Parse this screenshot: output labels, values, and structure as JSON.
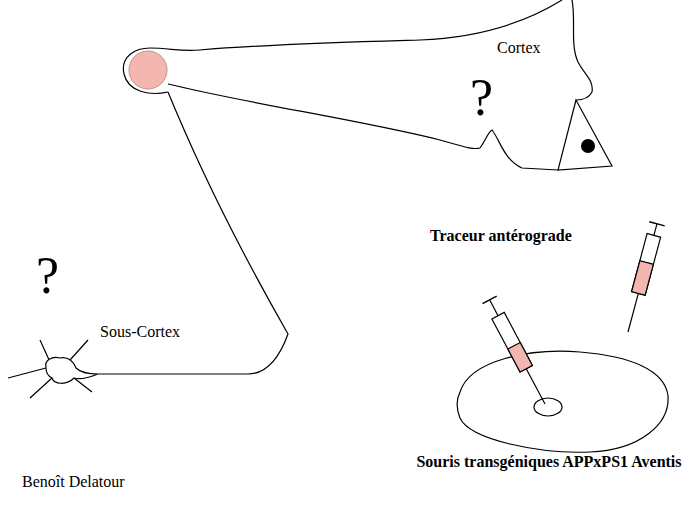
{
  "diagram": {
    "labels": [
      "Cortex",
      "?",
      "?",
      "Sous-Cortex",
      "Traceur antérograde",
      "Souris transgéniques APPxPS1 Aventis",
      "Benoît Delatour"
    ]
  }
}
